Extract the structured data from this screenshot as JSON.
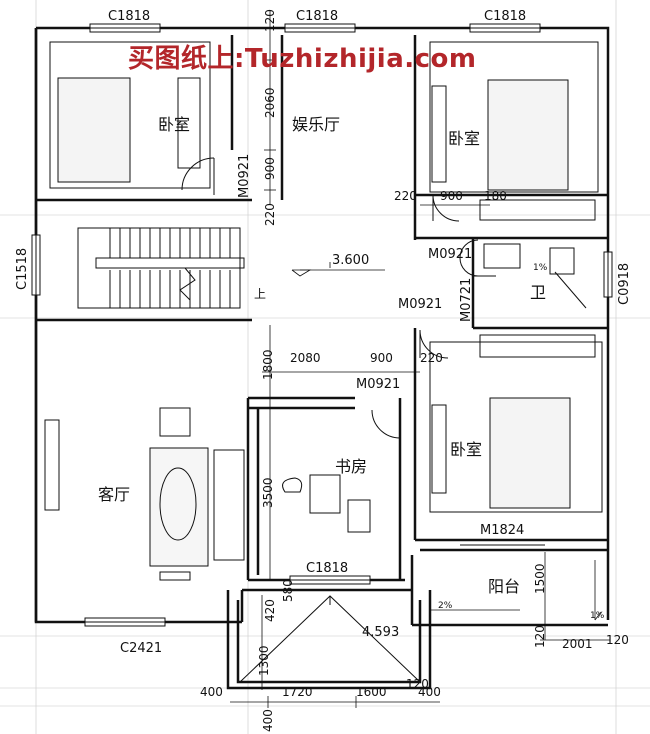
{
  "watermark": "买图纸上:Tuzhizhijia.com",
  "rooms": {
    "bedroom_tl": "卧室",
    "entertainment": "娱乐厅",
    "bedroom_tr": "卧室",
    "bathroom": "卫",
    "living": "客厅",
    "study": "书房",
    "bedroom_r": "卧室",
    "balcony": "阳台"
  },
  "codes": {
    "win_top_left": "C1818",
    "win_top_mid": "C1818",
    "win_top_right": "C1818",
    "win_left": "C1518",
    "win_right": "C0918",
    "win_bottom": "C2421",
    "win_study": "C1818",
    "door_bed_tl": "M0921",
    "door_bed_tr": "M0921",
    "door_bath": "M0721",
    "door_bed_r": "M0921",
    "door_study": "M0921",
    "door_balcony": "M1824"
  },
  "dims": {
    "d120_top": "120",
    "d2060": "2060",
    "d900_v": "900",
    "d220_v": "220",
    "d220_a": "220",
    "d900_a": "900",
    "d180": "180",
    "d1800": "1800",
    "d2080": "2080",
    "d900_b": "900",
    "d220_b": "220",
    "d3500": "3500",
    "d1500": "1500",
    "d2001": "2001",
    "d120_r1": "120",
    "d120_r2": "120",
    "d580": "580",
    "d420": "420",
    "d1300": "1300",
    "d400_a": "400",
    "d1720": "1720",
    "d1600": "1600",
    "d120_b": "120",
    "d400_b": "400",
    "d400_c": "400"
  },
  "levels": {
    "floor": "3.600",
    "roof": "4.593"
  },
  "stair": {
    "up": "上"
  },
  "slopes": {
    "bath": "1%",
    "balcony": "2%",
    "side": "1%"
  }
}
